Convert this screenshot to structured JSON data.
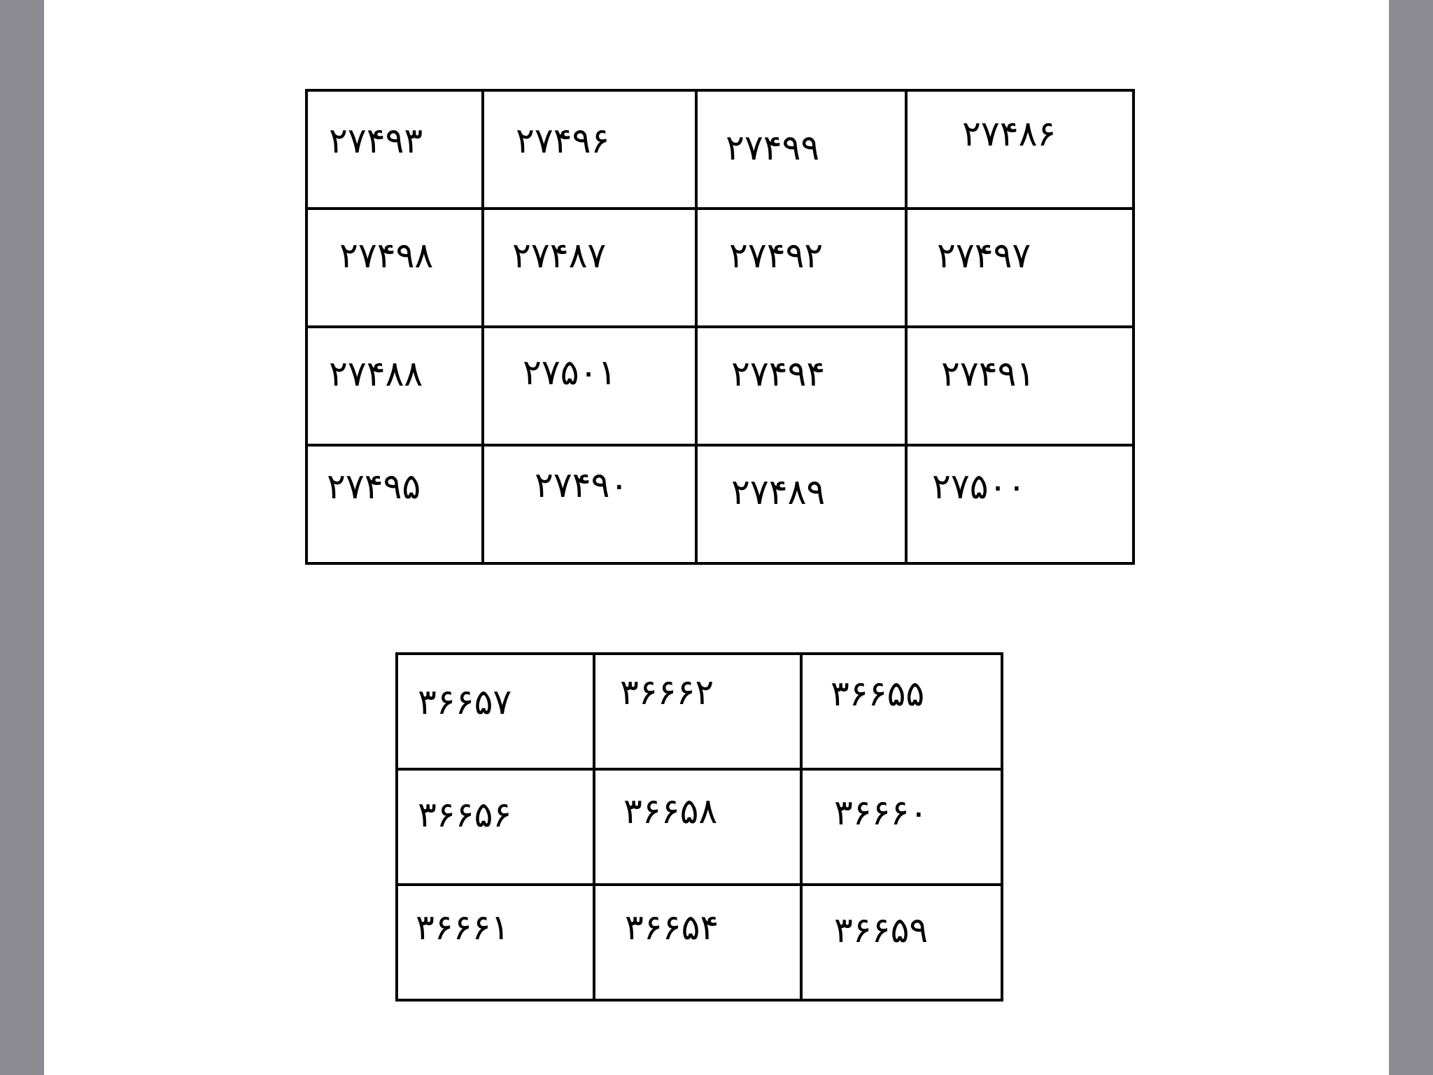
{
  "table_1": {
    "rows": [
      [
        "۲۷۴۹۳",
        "۲۷۴۹۶",
        "۲۷۴۹۹",
        "۲۷۴۸۶"
      ],
      [
        "۲۷۴۹۸",
        "۲۷۴۸۷",
        "۲۷۴۹۲",
        "۲۷۴۹۷"
      ],
      [
        "۲۷۴۸۸",
        "۲۷۵۰۱",
        "۲۷۴۹۴",
        "۲۷۴۹۱"
      ],
      [
        "۲۷۴۹۵",
        "۲۷۴۹۰",
        "۲۷۴۸۹",
        "۲۷۵۰۰"
      ]
    ]
  },
  "table_2": {
    "rows": [
      [
        "۳۶۶۵۷",
        "۳۶۶۶۲",
        "۳۶۶۵۵"
      ],
      [
        "۳۶۶۵۶",
        "۳۶۶۵۸",
        "۳۶۶۶۰"
      ],
      [
        "۳۶۶۶۱",
        "۳۶۶۵۴",
        "۳۶۶۵۹"
      ]
    ]
  }
}
